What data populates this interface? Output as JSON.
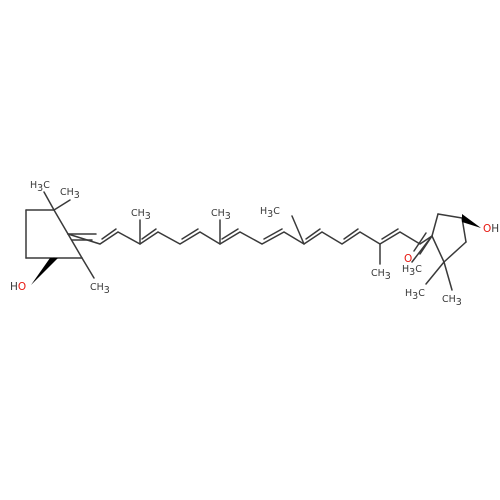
{
  "molecule": {
    "atom_labels": {
      "ch3": "CH",
      "ch3_sub": "3",
      "h3c_h": "H",
      "h3c_c": "C",
      "h3c_sub": "3",
      "ho_h": "H",
      "ho_o": "O",
      "oh_o": "O",
      "oh_h": "H",
      "carbonyl_o": "O"
    },
    "colors": {
      "bond": "#3a3a3a",
      "oxygen": "#e8170f",
      "stereo_wedge": "#000000",
      "background": "#ffffff"
    }
  }
}
